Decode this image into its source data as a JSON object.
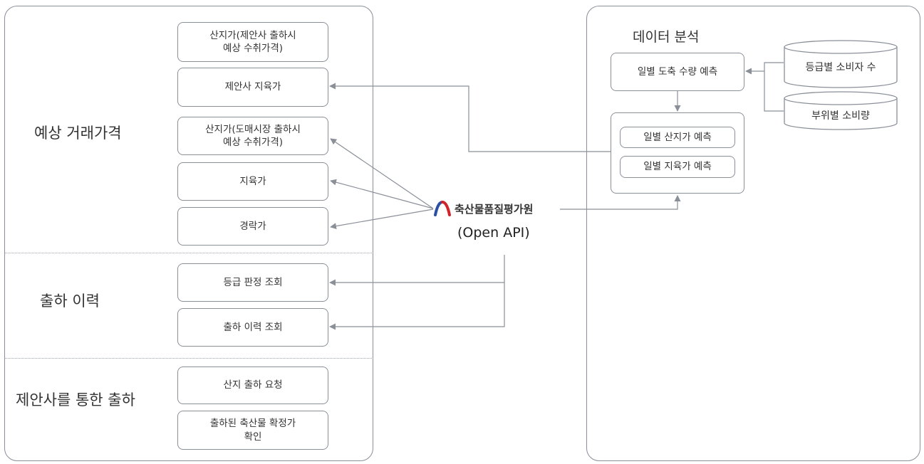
{
  "left_panel": {
    "sections": [
      {
        "title": "예상 거래가격"
      },
      {
        "title": "출하 이력"
      },
      {
        "title": "제안사를 통한 출하"
      }
    ],
    "boxes": {
      "farm_price_proposer": "산지가(제안사 출하시\n예상 수취가격)",
      "proposer_carcass": "제안사 지육가",
      "farm_price_wholesale": "산지가(도매시장 출하시\n예상 수취가격)",
      "carcass": "지육가",
      "auction": "경락가",
      "grade_lookup": "등급 판정 조회",
      "shipment_lookup": "출하 이력 조회",
      "shipment_request": "산지 출하 요청",
      "confirm_price": "출하된 축산물 확정가\n확인"
    }
  },
  "center": {
    "org_name": "축산물품질평가원",
    "api_label": "(Open API)",
    "logo_colors": {
      "blue": "#2b4fa3",
      "red": "#d2232a"
    }
  },
  "right_panel": {
    "title": "데이터 분석",
    "boxes": {
      "slaughter_forecast": "일별 도축 수량 예측",
      "farm_price_forecast": "일별 산지가 예측",
      "carcass_forecast": "일별 지육가 예측"
    },
    "databases": {
      "consumers_by_grade": "등급별 소비자 수",
      "consumption_by_part": "부위별 소비량"
    }
  },
  "colors": {
    "line": "#8a8f98",
    "arrow": "#8a8f98"
  }
}
